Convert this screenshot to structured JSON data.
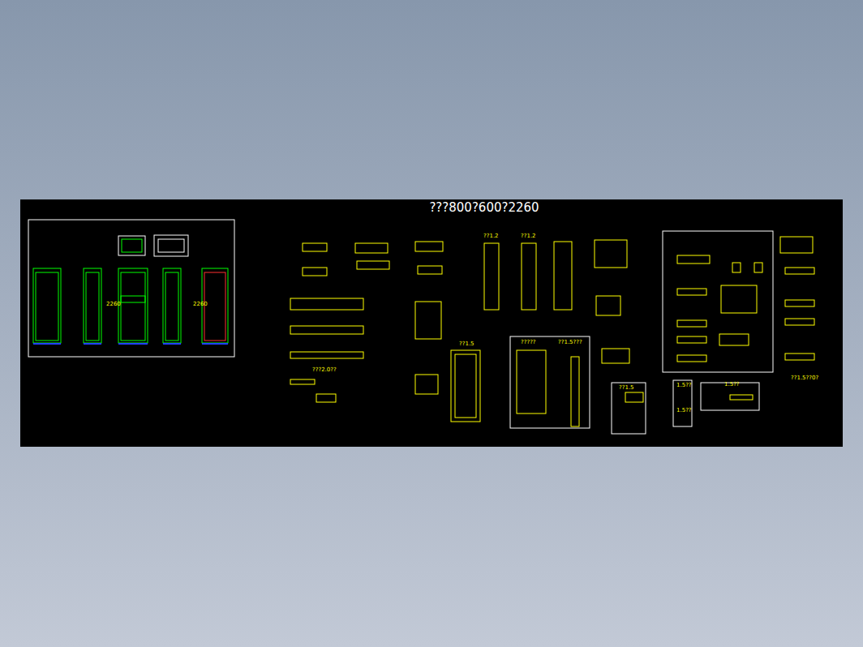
{
  "diagram": {
    "title": "???800?600?2260",
    "labels": [
      "2260",
      "2260",
      "??1.2",
      "??1.2",
      "???2.0??",
      "??1.5",
      "?????",
      "??1.5???",
      "??1.5",
      "1.5??",
      "1.5??",
      "1.5??",
      "??1.5??0?"
    ]
  }
}
